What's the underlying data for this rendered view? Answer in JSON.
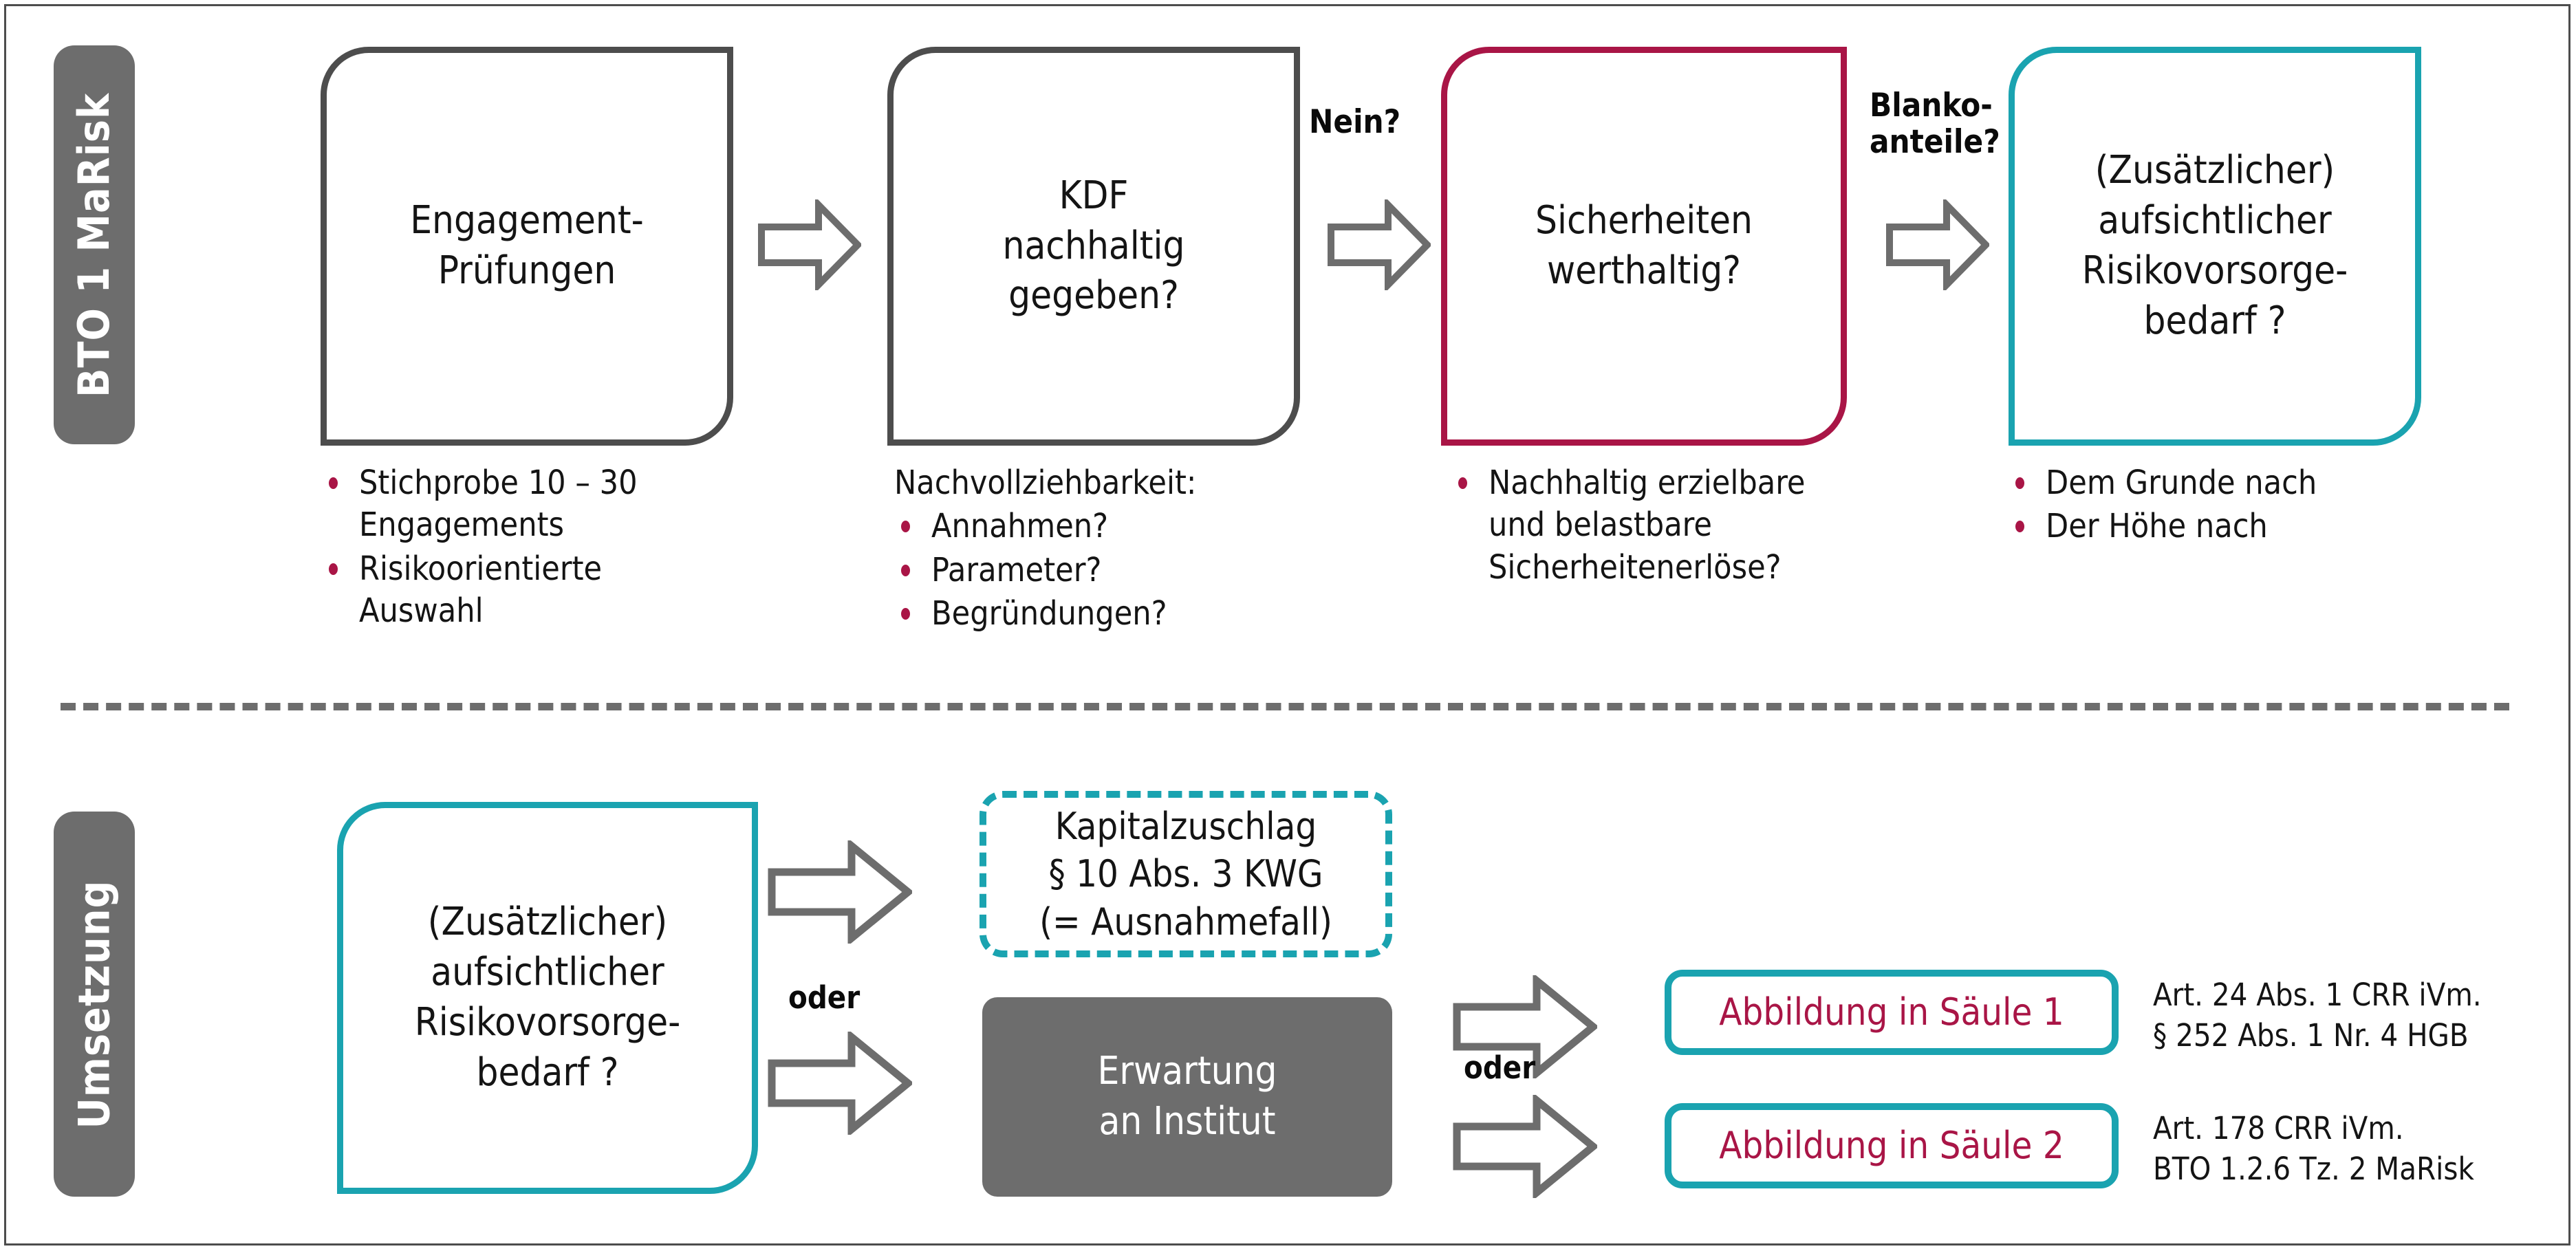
{
  "colors": {
    "crimson": "#a91546",
    "teal": "#1aa3b0",
    "gray": "#6d6d6d",
    "dark": "#4d4d4d",
    "text": "#141414"
  },
  "bands": {
    "top": "BTO 1 MaRisk",
    "bottom": "Umsetzung"
  },
  "top_row": {
    "boxes": [
      {
        "id": "engagement",
        "line1": "Engagement-",
        "line2": "Prüfungen",
        "border": "gray"
      },
      {
        "id": "kdf",
        "line1": "KDF",
        "line2": "nachhaltig",
        "line3": "gegeben?",
        "border": "gray"
      },
      {
        "id": "sicherheiten",
        "line1": "Sicherheiten",
        "line2": "werthaltig?",
        "border": "crimson"
      },
      {
        "id": "zusatz",
        "line1": "(Zusätzlicher)",
        "line2": "aufsichtlicher",
        "line3": "Risikovorsorge-",
        "line4": "bedarf ?",
        "border": "teal"
      }
    ],
    "bullets": {
      "engagement": {
        "lead": "",
        "items": [
          "Stichprobe 10 – 30 Engagements",
          "Risikoorientierte Auswahl"
        ]
      },
      "kdf": {
        "lead": "Nachvollziehbarkeit:",
        "items": [
          "Annahmen?",
          "Parameter?",
          "Begründungen?"
        ]
      },
      "sicherheiten": {
        "lead": "",
        "items": [
          "Nachhaltig erzielbare und belastbare Sicherheitenerlöse?"
        ]
      },
      "zusatz": {
        "lead": "",
        "items": [
          "Dem Grunde nach",
          "Der Höhe nach"
        ]
      }
    },
    "flow_labels": {
      "nein": "Nein?",
      "blanko_line1": "Blanko-",
      "blanko_line2": "anteile?"
    }
  },
  "bottom_row": {
    "source_box": {
      "line1": "(Zusätzlicher)",
      "line2": "aufsichtlicher",
      "line3": "Risikovorsorge-",
      "line4": "bedarf ?"
    },
    "kapitalzuschlag": {
      "line1": "Kapitalzuschlag",
      "line2": "§ 10 Abs. 3 KWG",
      "line3": "(= Ausnahmefall)"
    },
    "erwartung": {
      "line1": "Erwartung",
      "line2": "an Institut"
    },
    "oder_1": "oder",
    "oder_2": "oder",
    "outcomes": [
      {
        "label": "Abbildung in Säule 1",
        "legal_line1": "Art. 24 Abs. 1 CRR iVm.",
        "legal_line2": "§ 252 Abs. 1 Nr. 4 HGB"
      },
      {
        "label": "Abbildung in Säule 2",
        "legal_line1": "Art. 178 CRR iVm.",
        "legal_line2": "BTO 1.2.6 Tz. 2 MaRisk"
      }
    ]
  }
}
